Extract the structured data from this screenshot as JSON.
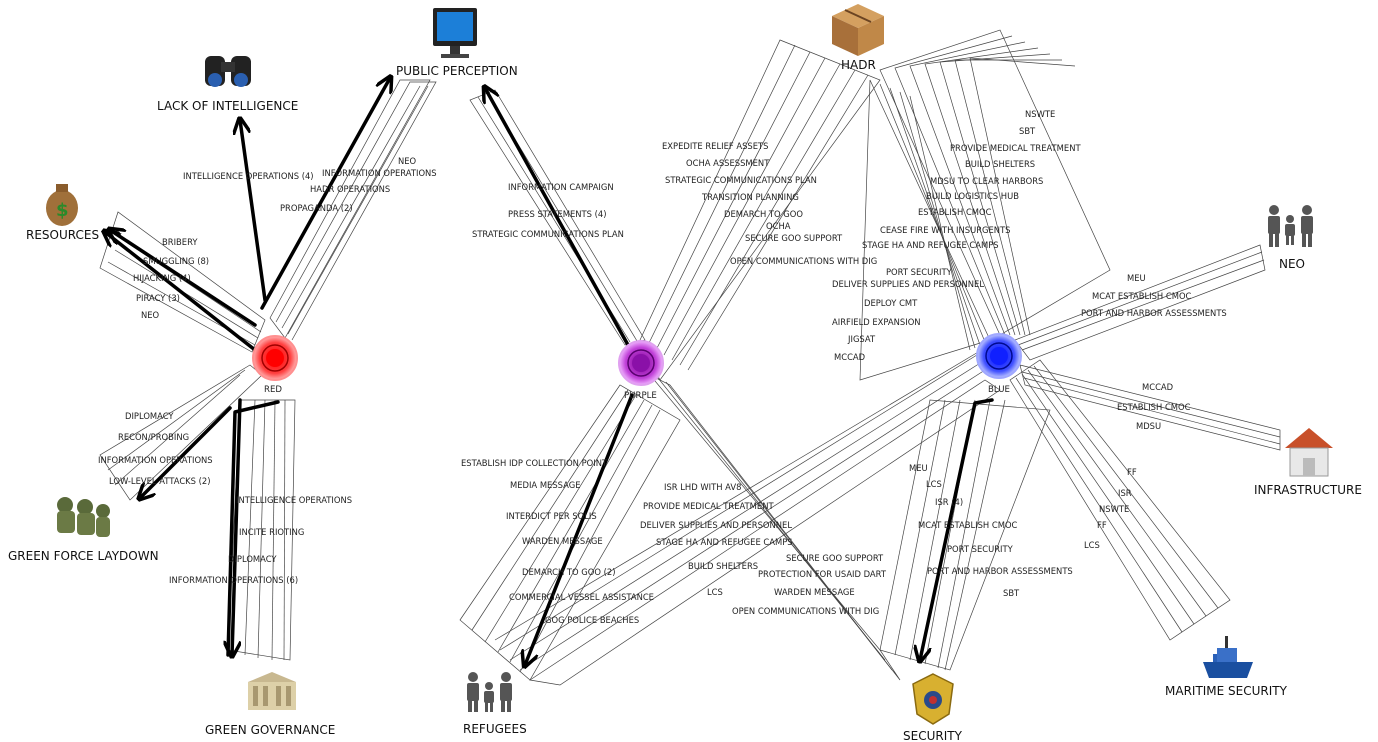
{
  "diagram": {
    "actors": {
      "red": "RED",
      "purple": "PURPLE",
      "blue": "BLUE"
    },
    "targets": {
      "lack_of_intelligence": "LACK OF INTELLIGENCE",
      "public_perception": "PUBLIC PERCEPTION",
      "hadr": "HADR",
      "resources": "RESOURCES",
      "neo": "NEO",
      "infrastructure": "INFRASTRUCTURE",
      "green_force_laydown": "GREEN FORCE LAYDOWN",
      "green_governance": "GREEN GOVERNANCE",
      "refugees": "REFUGEES",
      "security": "SECURITY",
      "maritime_security": "MARITIME SECURITY"
    },
    "red_edges": {
      "to_intel": [
        "INTELLIGENCE OPERATIONS (4)"
      ],
      "to_public": [
        "NEO",
        "INFORMATION OPERATIONS",
        "HADR OPERATIONS",
        "PROPAGANDA (2)"
      ],
      "to_resources": [
        "BRIBERY",
        "SMUGGLING (8)",
        "HIJACKING (4)",
        "PIRACY (3)",
        "NEO"
      ],
      "to_laydown": [
        "DIPLOMACY",
        "RECON/PROBING",
        "INFORMATION OPERATIONS",
        "LOW-LEVEL ATTACKS (2)"
      ],
      "to_governance": [
        "INTELLIGENCE OPERATIONS",
        "INCITE RIOTING",
        "DIPLOMACY",
        "INFORMATION OPERATIONS (6)"
      ]
    },
    "purple_edges": {
      "to_public": [
        "INFORMATION CAMPAIGN",
        "PRESS STATEMENTS (4)",
        "STRATEGIC COMMUNICATIONS PLAN"
      ],
      "to_hadr": [
        "EXPEDITE RELIEF ASSETS",
        "OCHA ASSESSMENT",
        "STRATEGIC COMMUNICATIONS PLAN",
        "TRANSITION PLANNING",
        "DEMARCH TO GOO",
        "OCHA",
        "SECURE GOO SUPPORT",
        "OPEN COMMUNICATIONS WITH DIG"
      ],
      "to_refugees": [
        "ESTABLISH IDP COLLECTION POINT",
        "MEDIA MESSAGE",
        "INTERDICT PER SOLIS",
        "WARDEN MESSAGE",
        "DEMARCH TO GOO (2)",
        "COMMERCIAL VESSEL ASSISTANCE",
        "GOG POLICE BEACHES"
      ],
      "to_security": [
        "SECURE GOO SUPPORT",
        "PROTECTION FOR USAID DART",
        "WARDEN MESSAGE",
        "OPEN COMMUNICATIONS WITH DIG"
      ]
    },
    "blue_edges": {
      "to_hadr_right": [
        "NSWTE",
        "SBT",
        "PROVIDE MEDICAL TREATMENT",
        "BUILD SHELTERS",
        "MDSU TO CLEAR HARBORS",
        "BUILD LOGISTICS HUB",
        "ESTABLISH CMOC",
        "CEASE FIRE WITH INSURGENTS",
        "STAGE HA AND REFUGEE CAMPS"
      ],
      "to_hadr_left": [
        "PORT SECURITY",
        "DELIVER SUPPLIES AND PERSONNEL",
        "DEPLOY CMT",
        "AIRFIELD EXPANSION",
        "JIGSAT",
        "MCCAD"
      ],
      "to_neo": [
        "MEU",
        "MCAT ESTABLISH CMOC",
        "PORT AND HARBOR ASSESSMENTS"
      ],
      "to_infrastructure": [
        "MCCAD",
        "ESTABLISH CMOC",
        "MDSU"
      ],
      "to_maritime": [
        "FF",
        "ISR",
        "NSWTE",
        "FF",
        "LCS"
      ],
      "to_security": [
        "MEU",
        "LCS",
        "ISR (4)",
        "MCAT ESTABLISH CMOC",
        "PORT SECURITY",
        "PORT AND HARBOR ASSESSMENTS",
        "SBT"
      ],
      "to_refugees": [
        "ISR LHD WITH AV8",
        "PROVIDE MEDICAL TREATMENT",
        "DELIVER SUPPLIES AND PERSONNEL",
        "STAGE HA AND REFUGEE CAMPS",
        "BUILD SHELTERS",
        "LCS"
      ]
    },
    "icons": {
      "binoculars": "binoculars-icon",
      "monitor": "monitor-icon",
      "box": "cardboard-box-icon",
      "money": "money-bag-icon",
      "family": "family-icon",
      "house": "house-icon",
      "soldiers": "soldiers-icon",
      "building": "government-building-icon",
      "badge": "police-badge-icon",
      "ship": "ship-icon"
    },
    "colors": {
      "red": "#ff2020",
      "purple": "#a020c0",
      "blue": "#2030ff",
      "line": "#444444",
      "arrow": "#000000"
    }
  }
}
